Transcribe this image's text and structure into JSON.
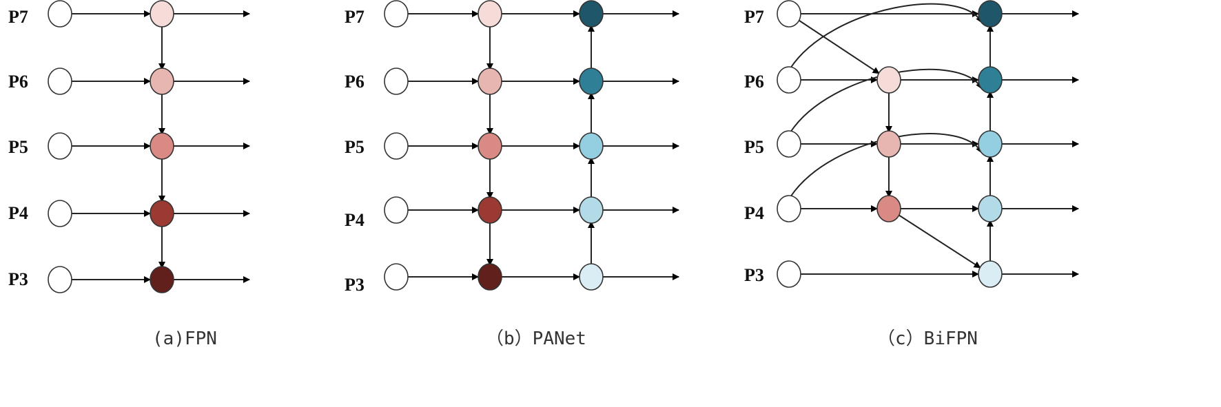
{
  "panels": [
    {
      "id": "fpn",
      "caption": "(a)FPN",
      "levels": [
        "P7",
        "P6",
        "P5",
        "P4",
        "P3"
      ],
      "node_colors": {
        "input": "#ffffff",
        "td_P7": "#f6dcd8",
        "td_P6": "#e8b6b1",
        "td_P5": "#d98a84",
        "td_P4": "#9a3a33",
        "td_P3": "#62201d"
      }
    },
    {
      "id": "panet",
      "caption": "（b）PANet",
      "levels": [
        "P7",
        "P6",
        "P5",
        "P4",
        "P3"
      ],
      "node_colors": {
        "input": "#ffffff",
        "td_P7": "#f6dcd8",
        "td_P6": "#e8b6b1",
        "td_P5": "#d98a84",
        "td_P4": "#9a3a33",
        "td_P3": "#62201d",
        "bu_P7": "#1f5669",
        "bu_P6": "#2f7f97",
        "bu_P5": "#93cfe0",
        "bu_P4": "#b3dbe7",
        "bu_P3": "#dbedf4"
      }
    },
    {
      "id": "bifpn",
      "caption": "（c）BiFPN",
      "levels": [
        "P7",
        "P6",
        "P5",
        "P4",
        "P3"
      ],
      "node_colors": {
        "input": "#ffffff",
        "td_P6": "#f6dcd8",
        "td_P5": "#e8b6b1",
        "td_P4": "#d98a84",
        "bu_P7": "#1f5669",
        "bu_P6": "#2f7f97",
        "bu_P5": "#93cfe0",
        "bu_P4": "#b3dbe7",
        "bu_P3": "#dbedf4"
      }
    }
  ]
}
